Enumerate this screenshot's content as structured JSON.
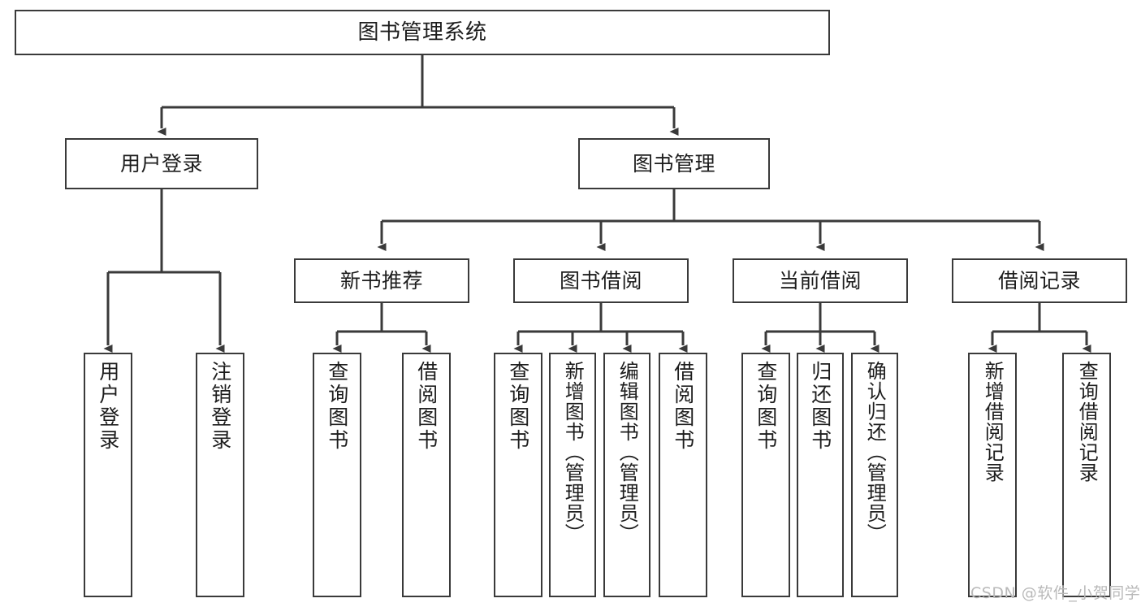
{
  "diagram": {
    "type": "hierarchy-tree",
    "title": "图书管理系统",
    "watermark": "CSDN @软件_小贺同学",
    "colors": {
      "stroke": "#3a3a3a",
      "fill": "#ffffff",
      "text": "#1d1d1d",
      "watermark": "#b9b9b9"
    },
    "levels": [
      {
        "level": 1,
        "nodes": [
          {
            "id": "root",
            "label": "图书管理系统"
          }
        ]
      },
      {
        "level": 2,
        "nodes": [
          {
            "id": "login",
            "label": "用户登录",
            "parent": "root"
          },
          {
            "id": "bookmgmt",
            "label": "图书管理",
            "parent": "root"
          }
        ]
      },
      {
        "level": 3,
        "nodes": [
          {
            "id": "newbook",
            "label": "新书推荐",
            "parent": "bookmgmt"
          },
          {
            "id": "borrow",
            "label": "图书借阅",
            "parent": "bookmgmt"
          },
          {
            "id": "current",
            "label": "当前借阅",
            "parent": "bookmgmt"
          },
          {
            "id": "records",
            "label": "借阅记录",
            "parent": "bookmgmt"
          }
        ]
      },
      {
        "level": 4,
        "nodes": [
          {
            "id": "leaf1",
            "label": "用户登录",
            "parent": "login"
          },
          {
            "id": "leaf2",
            "label": "注销登录",
            "parent": "login"
          },
          {
            "id": "leaf3",
            "label": "查询图书",
            "parent": "newbook"
          },
          {
            "id": "leaf4",
            "label": "借阅图书",
            "parent": "newbook"
          },
          {
            "id": "leaf5",
            "label": "查询图书",
            "parent": "borrow"
          },
          {
            "id": "leaf6",
            "label": "新增图书（管理员）",
            "parent": "borrow"
          },
          {
            "id": "leaf7",
            "label": "编辑图书（管理员）",
            "parent": "borrow"
          },
          {
            "id": "leaf8",
            "label": "借阅图书",
            "parent": "borrow"
          },
          {
            "id": "leaf9",
            "label": "查询图书",
            "parent": "current"
          },
          {
            "id": "leaf10",
            "label": "归还图书",
            "parent": "current"
          },
          {
            "id": "leaf11",
            "label": "确认归还（管理员）",
            "parent": "current"
          },
          {
            "id": "leaf12",
            "label": "新增借阅记录",
            "parent": "records"
          },
          {
            "id": "leaf13",
            "label": "查询借阅记录",
            "parent": "records"
          }
        ]
      }
    ]
  }
}
